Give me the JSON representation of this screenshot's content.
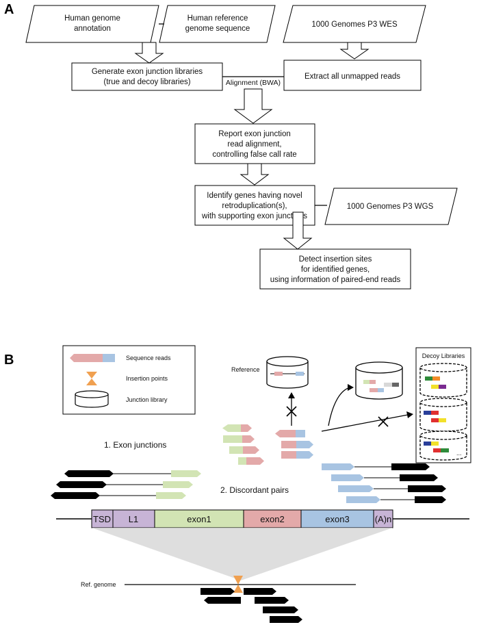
{
  "panel_a": {
    "label": "A",
    "inputs": {
      "annotation": [
        "Human genome",
        "annotation"
      ],
      "reference": [
        "Human reference",
        "genome sequence"
      ],
      "wes": "1000 Genomes P3 WES",
      "wgs": "1000 Genomes P3 WGS"
    },
    "steps": {
      "generate": [
        "Generate exon junction libraries",
        "(true and decoy libraries)"
      ],
      "extract": "Extract all unmapped reads",
      "alignment_label": "Alignment (BWA)",
      "report": [
        "Report exon junction",
        "read alignment,",
        "controlling false call rate"
      ],
      "identify": [
        "Identify genes having novel",
        "retroduplication(s),",
        "with supporting exon junctions"
      ],
      "detect": [
        "Detect insertion sites",
        "for identified genes,",
        "using information of paired-end reads"
      ]
    }
  },
  "panel_b": {
    "label": "B",
    "legend": {
      "sequence_reads": "Sequence reads",
      "insertion_points": "Insertion points",
      "junction_library": "Junction library"
    },
    "reference_label": "Reference",
    "decoy_title": "Decoy Libraries",
    "decoy_ellipsis": "...",
    "exon_junctions_label": "1. Exon junctions",
    "discordant_pairs_label": "2. Discordant pairs",
    "ref_genome_label": "Ref. genome",
    "segments": [
      "TSD",
      "L1",
      "exon1",
      "exon2",
      "exon3",
      "(A)n"
    ],
    "colors": {
      "green": "#d2e4b4",
      "pink": "#e3a9a9",
      "blue": "#a8c4e2",
      "purple": "#c7b4d6",
      "orange": "#f0a050",
      "grey": "#d8d8d8"
    }
  }
}
